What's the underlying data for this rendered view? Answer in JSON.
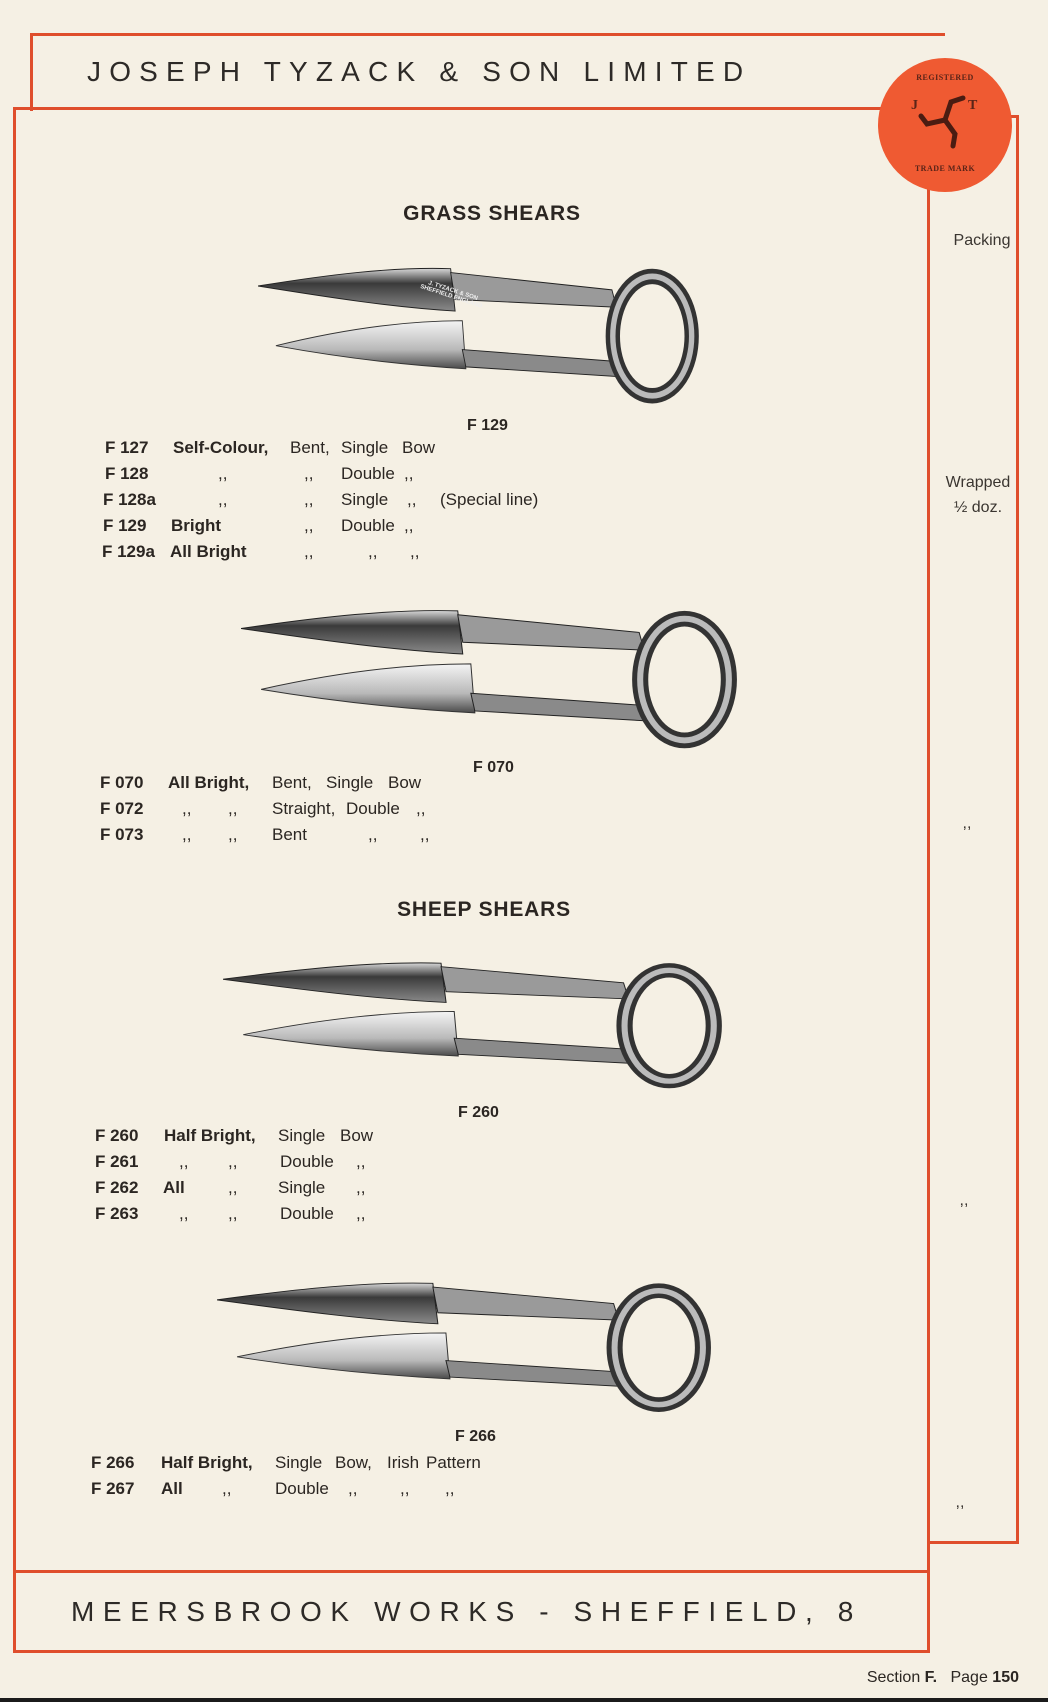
{
  "header": {
    "title": "JOSEPH TYZACK & SON LIMITED"
  },
  "logo": {
    "top_text": "REGISTERED",
    "letters_left": "J",
    "letters_right": "T",
    "bottom_text": "TRADE MARK",
    "color": "#ef5a32"
  },
  "packing": {
    "heading": "Packing",
    "grass": [
      "Wrapped",
      "½ doz."
    ],
    "ditto_1": ",,",
    "ditto_2": ",,",
    "ditto_3": ",,"
  },
  "sections": [
    {
      "heading": "GRASS SHEARS",
      "figures": [
        {
          "caption": "F 129",
          "engraving": "J. TYZACK & SON SHEFFIELD ENGLAND",
          "rows": [
            [
              "F 127",
              "Self-Colour,",
              "Bent,",
              "Single",
              "Bow"
            ],
            [
              "F 128",
              ",,",
              ",,",
              "Double",
              ",,"
            ],
            [
              "F 128a",
              ",,",
              ",,",
              "Single",
              ",,",
              "(Special line)"
            ],
            [
              "F 129",
              "Bright",
              ",,",
              "Double",
              ",,"
            ],
            [
              "F 129a",
              "All Bright",
              ",,",
              ",,",
              ",,"
            ]
          ]
        },
        {
          "caption": "F 070",
          "rows": [
            [
              "F 070",
              "All Bright,",
              "Bent,",
              "Single",
              "Bow"
            ],
            [
              "F 072",
              ",,",
              ",,",
              "Straight,",
              "Double",
              ",,"
            ],
            [
              "F 073",
              ",,",
              ",,",
              "Bent",
              ",,",
              ",,"
            ]
          ]
        }
      ]
    },
    {
      "heading": "SHEEP SHEARS",
      "figures": [
        {
          "caption": "F 260",
          "rows": [
            [
              "F 260",
              "Half Bright,",
              "Single",
              "Bow"
            ],
            [
              "F 261",
              ",,",
              ",,",
              "Double",
              ",,"
            ],
            [
              "F 262",
              "All",
              ",,",
              "Single",
              ",,"
            ],
            [
              "F 263",
              ",,",
              ",,",
              "Double",
              ",,"
            ]
          ]
        },
        {
          "caption": "F 266",
          "rows": [
            [
              "F 266",
              "Half Bright,",
              "Single",
              "Bow,",
              "Irish",
              "Pattern"
            ],
            [
              "F 267",
              "All",
              ",,",
              "Double",
              ",,",
              ",,",
              ",,"
            ]
          ]
        }
      ]
    }
  ],
  "footer": {
    "address": "MEERSBROOK WORKS  -  SHEFFIELD, 8"
  },
  "page": {
    "section_label": "Section",
    "section": "F.",
    "page_label": "Page",
    "page_number": "150"
  },
  "colors": {
    "frame": "#df4e2c",
    "paper": "#f5f0e4",
    "ink": "#2b2622"
  }
}
